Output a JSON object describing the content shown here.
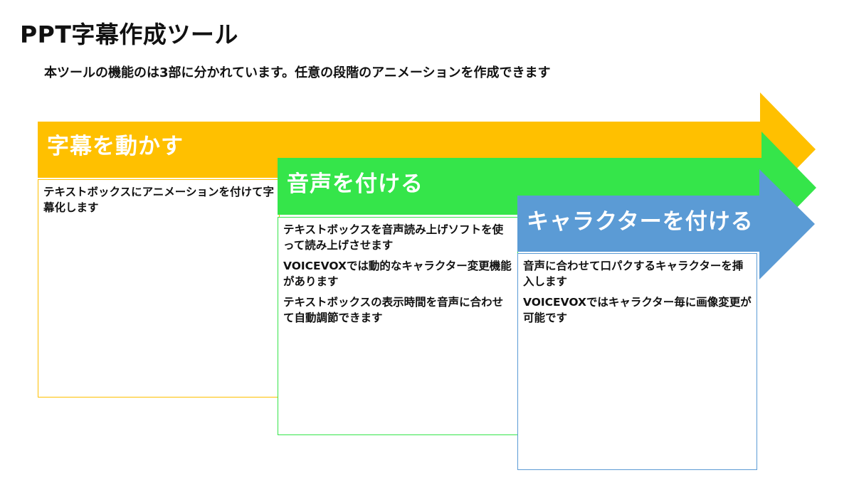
{
  "header": {
    "title": "PPT字幕作成ツール",
    "subtitle": "本ツールの機能のは3部に分かれています。任意の段階のアニメーションを作成できます"
  },
  "stages": [
    {
      "label": "字幕を動かす",
      "color": "#FFC000",
      "items": [
        "テキストボックスにアニメーションを付けて字幕化します"
      ]
    },
    {
      "label": "音声を付ける",
      "color": "#35E54A",
      "items": [
        "テキストボックスを音声読み上げソフトを使って読み上げさせます",
        "VOICEVOXでは動的なキャラクター変更機能があります",
        "テキストボックスの表示時間を音声に合わせて自動調節できます"
      ]
    },
    {
      "label": "キャラクターを付ける",
      "color": "#5B9BD5",
      "items": [
        "音声に合わせて口パクするキャラクターを挿入します",
        "VOICEVOXではキャラクター毎に画像変更が可能です"
      ]
    }
  ]
}
